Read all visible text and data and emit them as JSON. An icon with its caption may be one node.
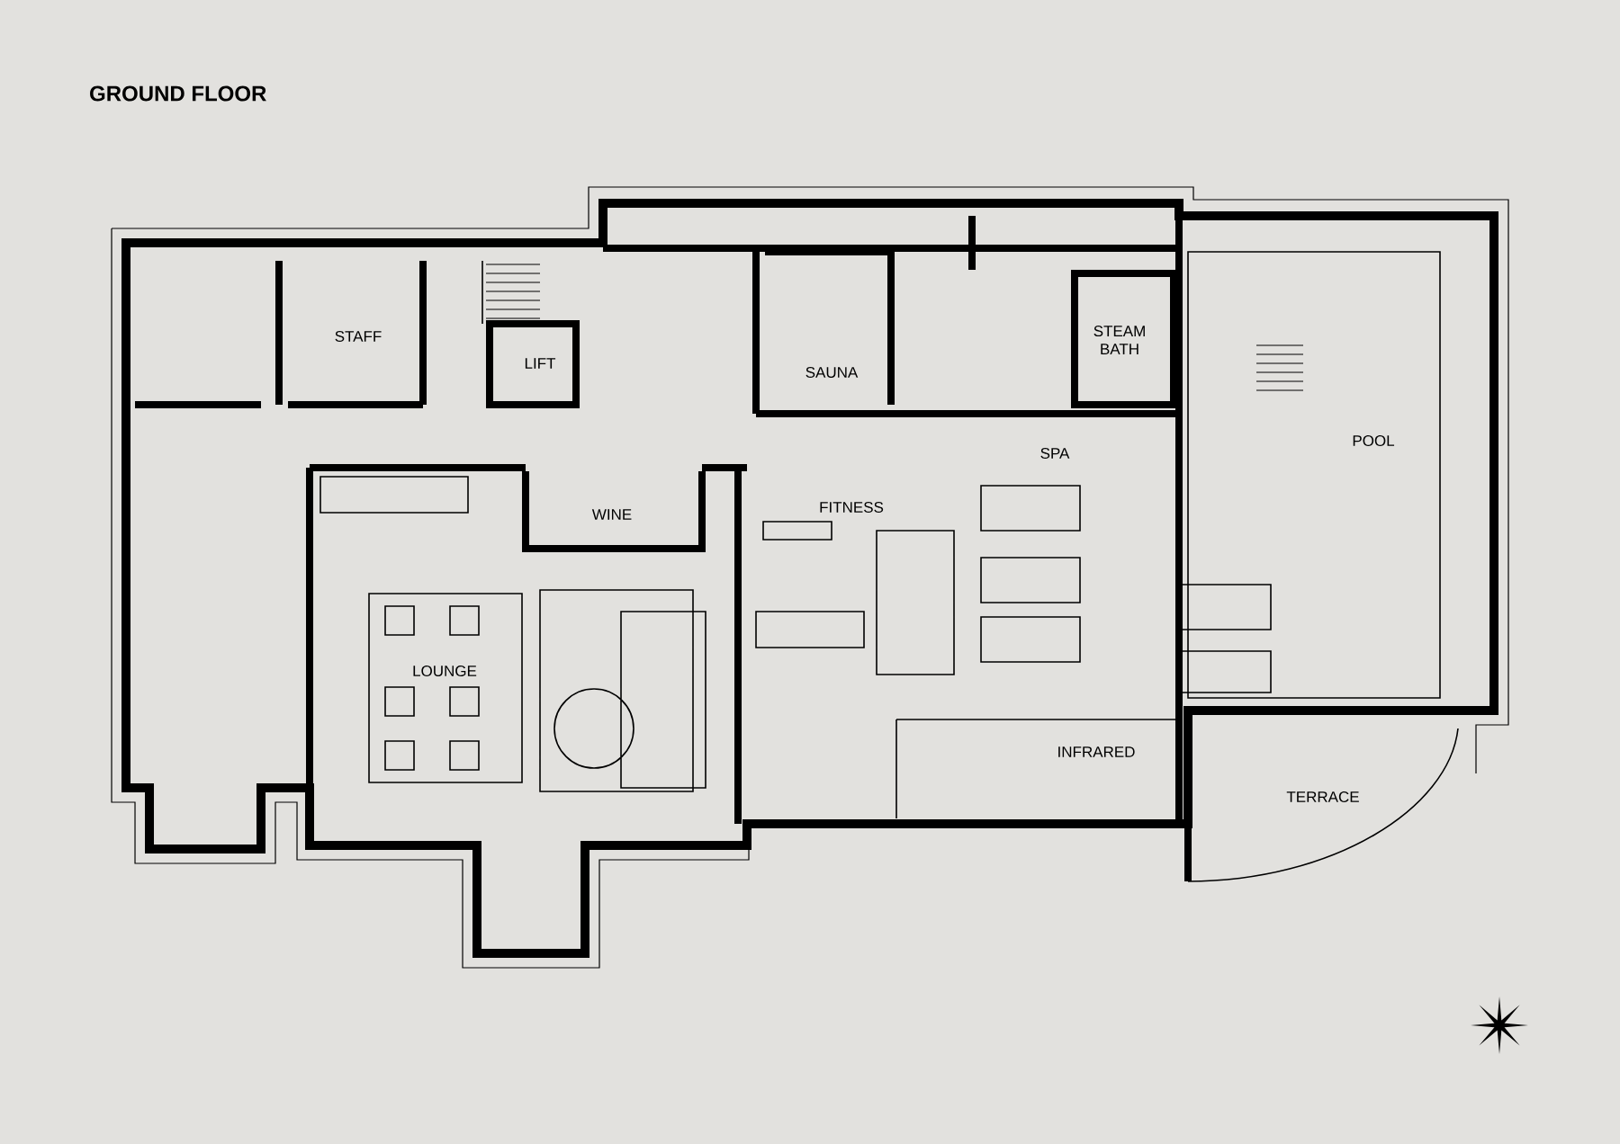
{
  "diagram": {
    "title": "GROUND FLOOR",
    "labels": [
      "STAFF",
      "LIFT",
      "SAUNA",
      "STEAM BATH",
      "POOL",
      "WINE",
      "FITNESS",
      "SPA",
      "LOUNGE",
      "INFRARED",
      "TERRACE"
    ]
  }
}
